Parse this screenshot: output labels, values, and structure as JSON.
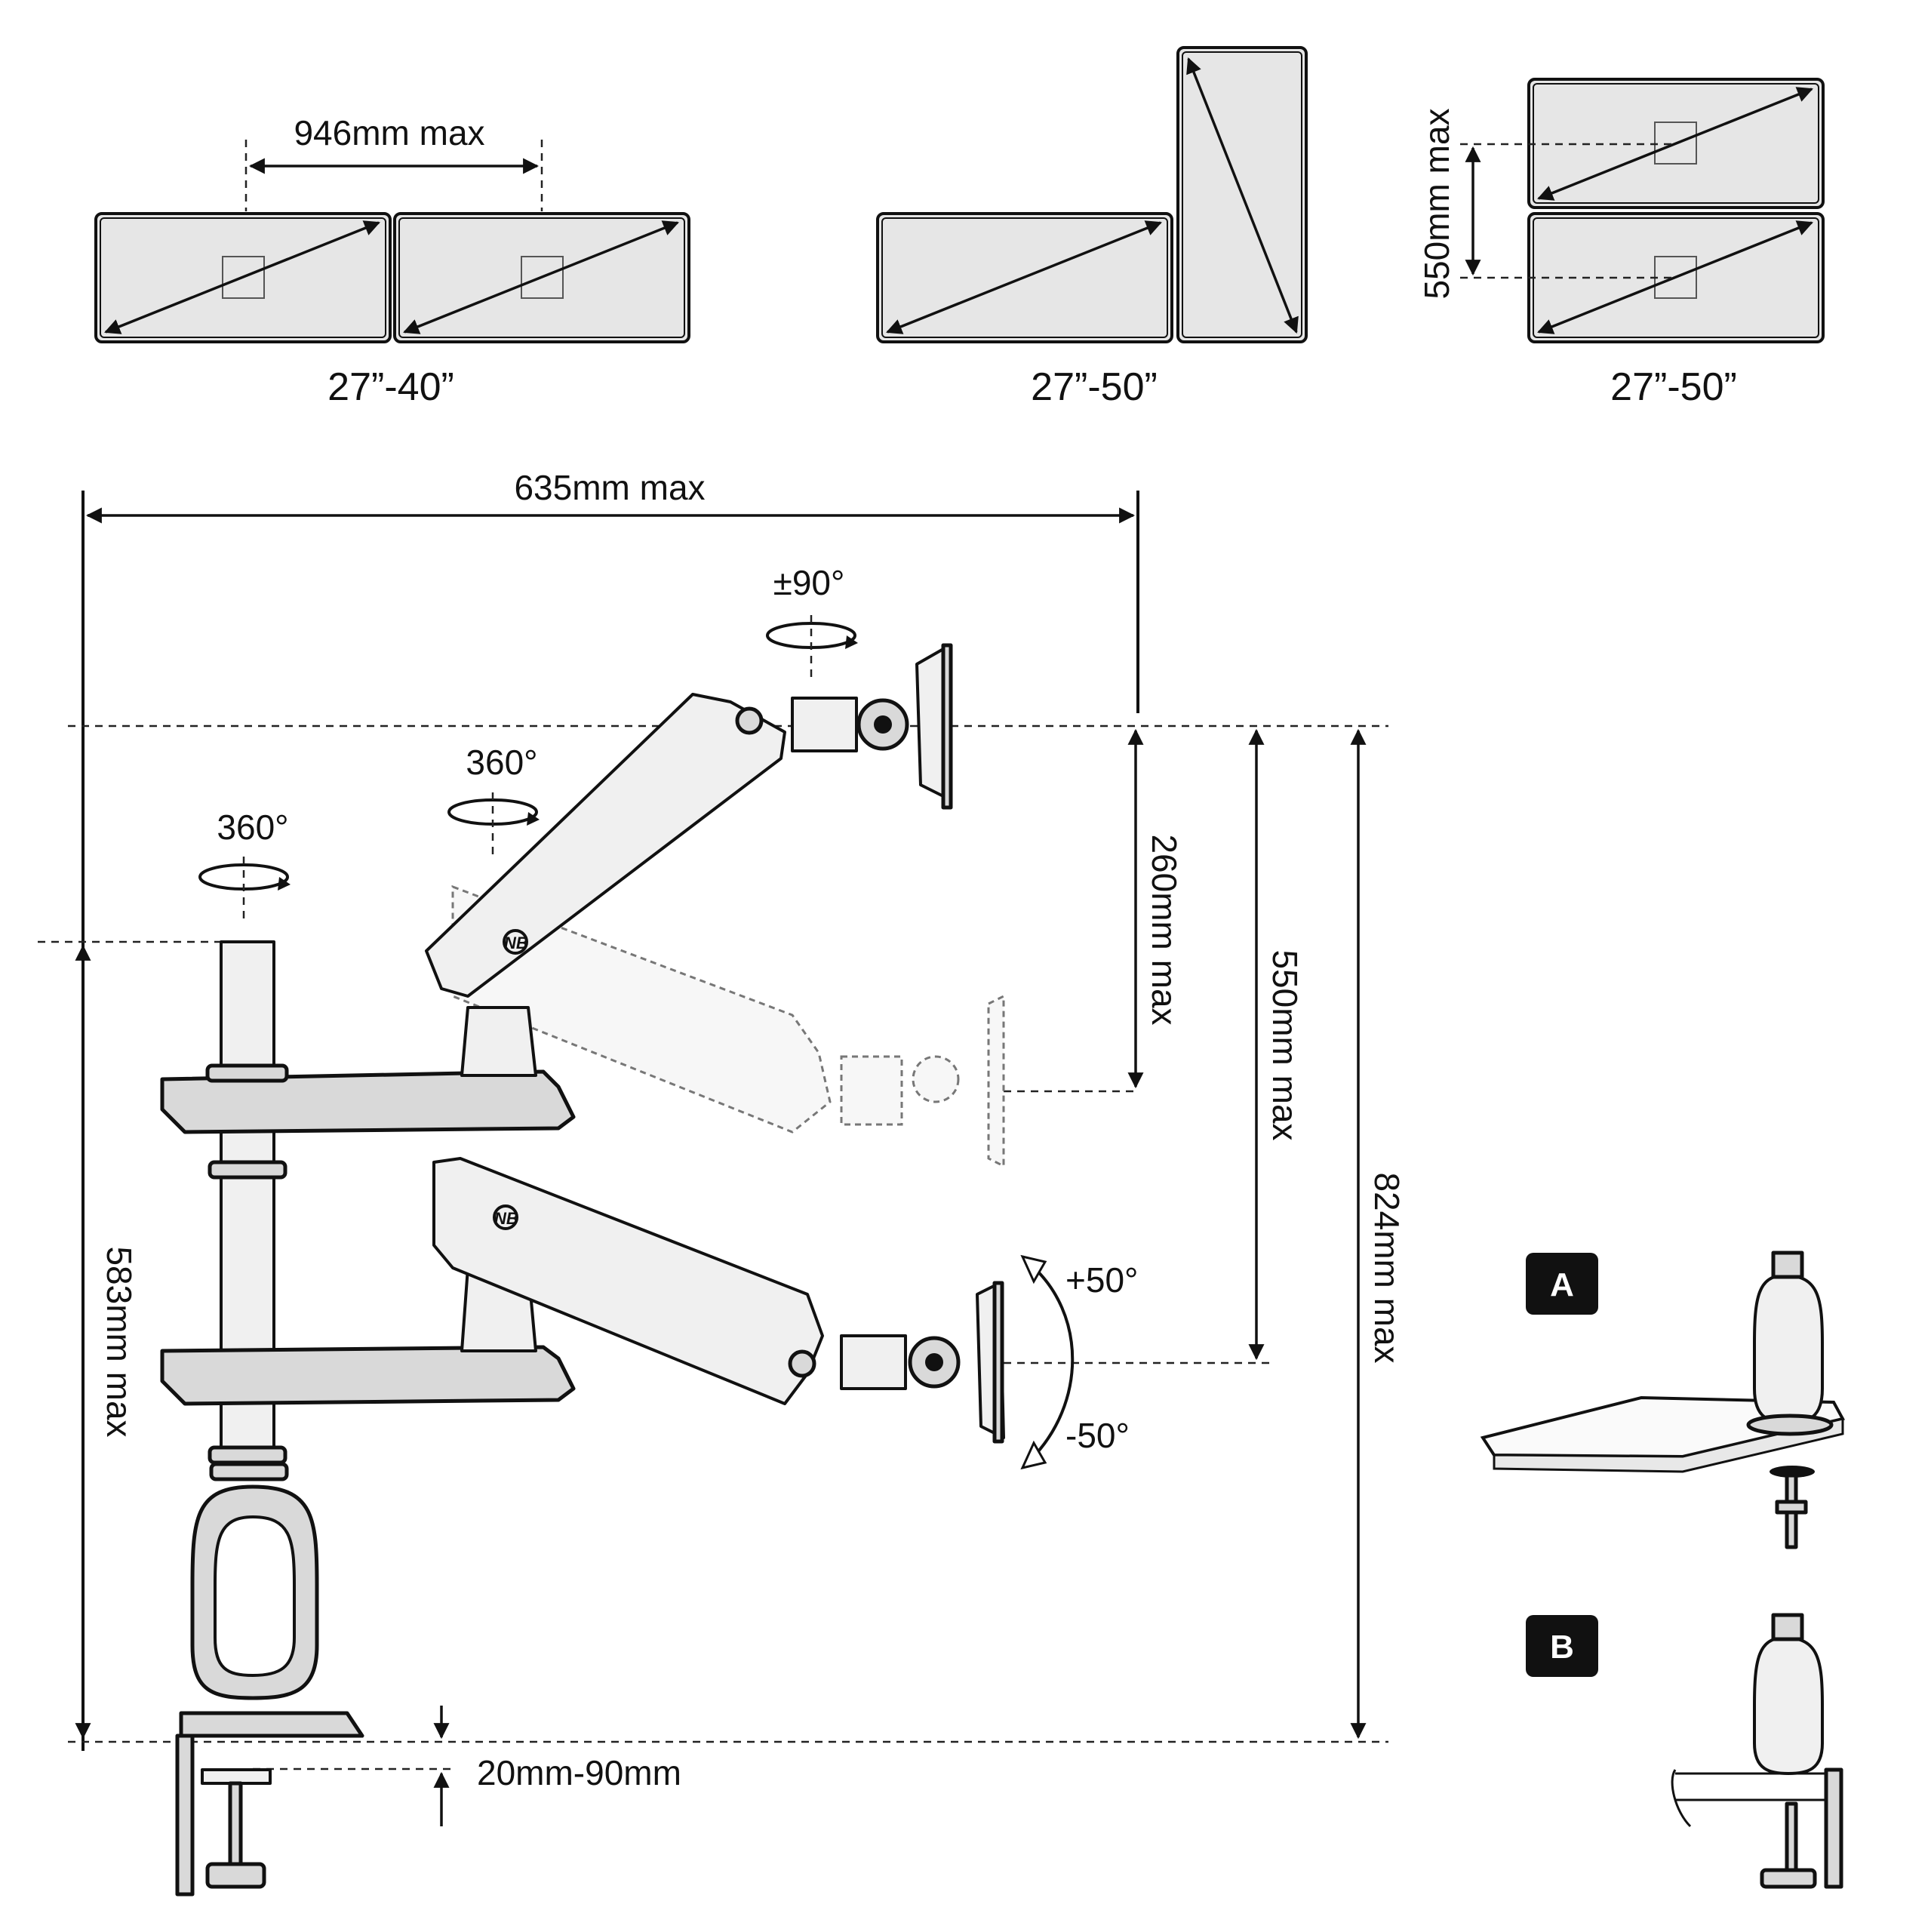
{
  "layouts": [
    {
      "size": "27”-40”",
      "gap": "946mm max"
    },
    {
      "size": "27”-50”"
    },
    {
      "size": "27”-50”",
      "gap": "550mm max"
    }
  ],
  "dimensions": {
    "reach": "635mm max",
    "pole_height": "583mm max",
    "lift": "260mm max",
    "span": "550mm max",
    "total_height": "824mm max",
    "desk_thickness": "20mm-90mm"
  },
  "rotations": {
    "base": "360°",
    "elbow": "360°",
    "swivel": "±90°",
    "tilt_up": "+50°",
    "tilt_down": "-50°"
  },
  "brand": "NB",
  "mount_options": [
    "A",
    "B"
  ]
}
